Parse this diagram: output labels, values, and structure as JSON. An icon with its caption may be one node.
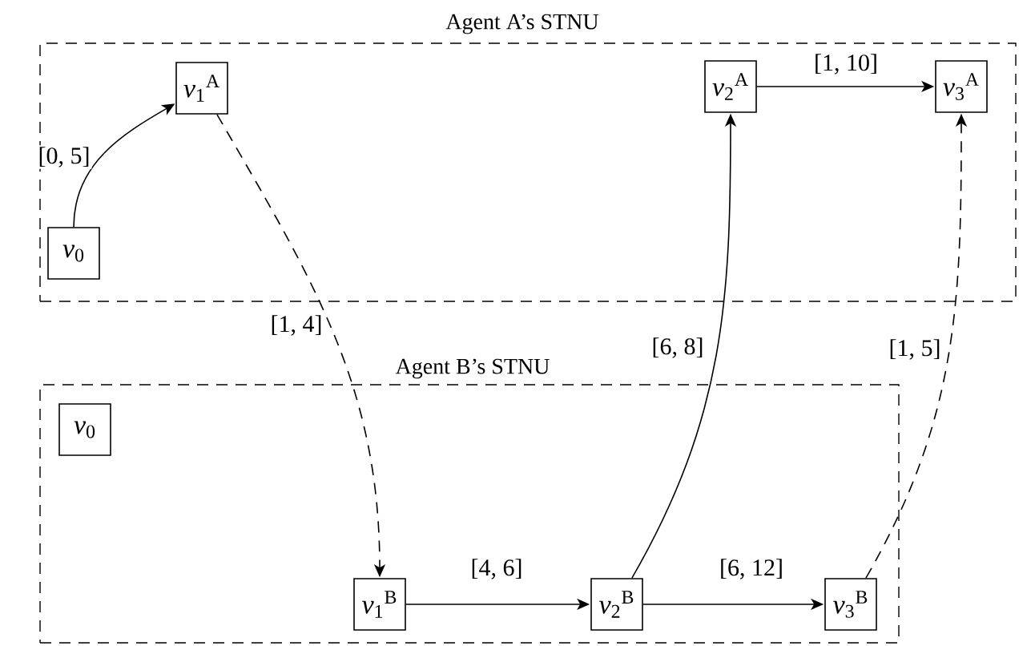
{
  "diagram": {
    "nodes": [
      {
        "text": [
          "Agent A’s STNU"
        ]
      },
      {
        "text": [
          "*v*$_{0}$"
        ],
        "in": 0
      },
      {
        "text": [
          "*v*$_{1}$$^{A}$"
        ],
        "in": 0
      },
      {
        "text": [
          "*v*$_{2}$$^{A}$"
        ],
        "in": 0
      },
      {
        "text": [
          "*v*$_{3}$$^{A}$"
        ],
        "in": 0
      },
      {
        "text": [
          "Agent B’s STNU"
        ]
      },
      {
        "text": [
          "*v*$_{0}$"
        ],
        "in": 5
      },
      {
        "text": [
          "*v*$_{1}$$^{B}$"
        ],
        "in": 5
      },
      {
        "text": [
          "*v*$_{2}$$^{B}$"
        ],
        "in": 5
      },
      {
        "text": [
          "*v*$_{3}$$^{B}$"
        ],
        "in": 5
      }
    ],
    "edges": [
      {
        "from": 1,
        "to": 2,
        "arrow": "to",
        "label": "[0, 5]"
      },
      {
        "from": 2,
        "to": 7,
        "arrow": "to",
        "label": "[1, 4]",
        "style": "dashed"
      },
      {
        "from": 3,
        "to": 4,
        "arrow": "to",
        "label": "[1, 10]"
      },
      {
        "from": 8,
        "to": 3,
        "arrow": "to",
        "label": "[6, 8]"
      },
      {
        "from": 9,
        "to": 4,
        "arrow": "to",
        "label": "[1, 5]",
        "style": "dashed"
      },
      {
        "from": 7,
        "to": 8,
        "arrow": "to",
        "label": "[4, 6]"
      },
      {
        "from": 8,
        "to": 9,
        "arrow": "to",
        "label": "[6, 12]"
      }
    ]
  }
}
